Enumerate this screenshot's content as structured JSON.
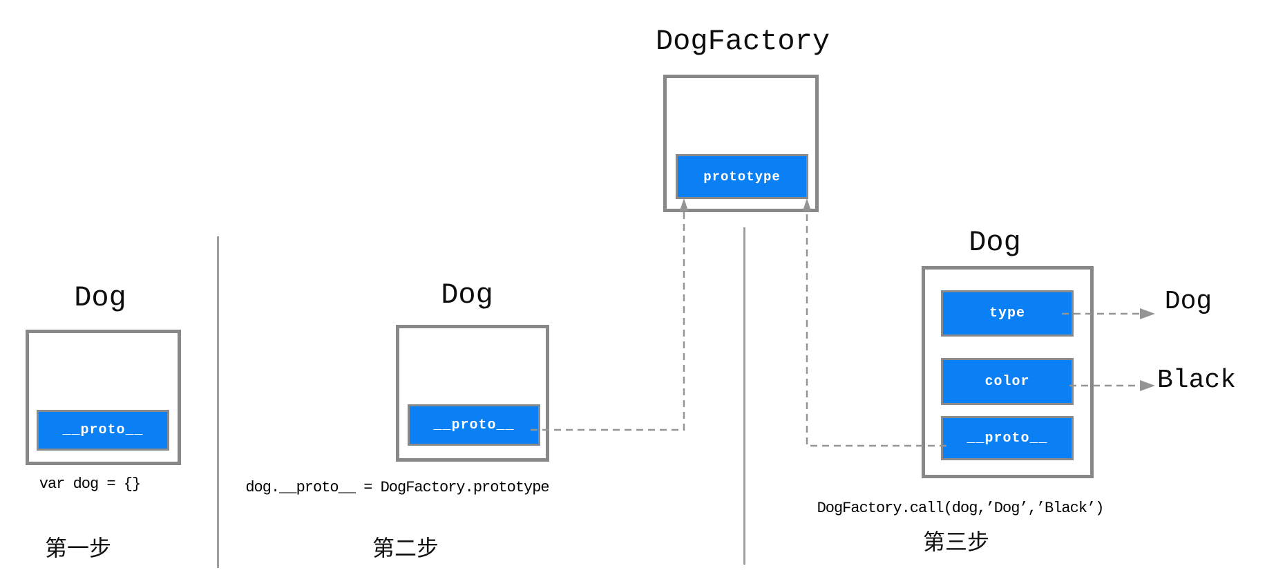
{
  "colors": {
    "chip_blue": "#0b80f5",
    "chip_text": "#ffffff",
    "chip_border": "#8a8a8a",
    "box_border": "#878787",
    "connector_gray": "#949494",
    "divider_gray": "#9e9e9e"
  },
  "factory": {
    "title": "DogFactory",
    "chip": "prototype"
  },
  "steps": [
    {
      "title": "Dog",
      "chip": "__proto__",
      "code": "var dog = {}",
      "label": "第一步"
    },
    {
      "title": "Dog",
      "chip": "__proto__",
      "code": "dog.__proto__ = DogFactory.prototype",
      "label": "第二步"
    },
    {
      "title": "Dog",
      "chips": [
        "type",
        "color",
        "__proto__"
      ],
      "values": {
        "type": "Dog",
        "color": "Black"
      },
      "code": "DogFactory.call(dog,’Dog’,’Black’)",
      "label": "第三步"
    }
  ]
}
